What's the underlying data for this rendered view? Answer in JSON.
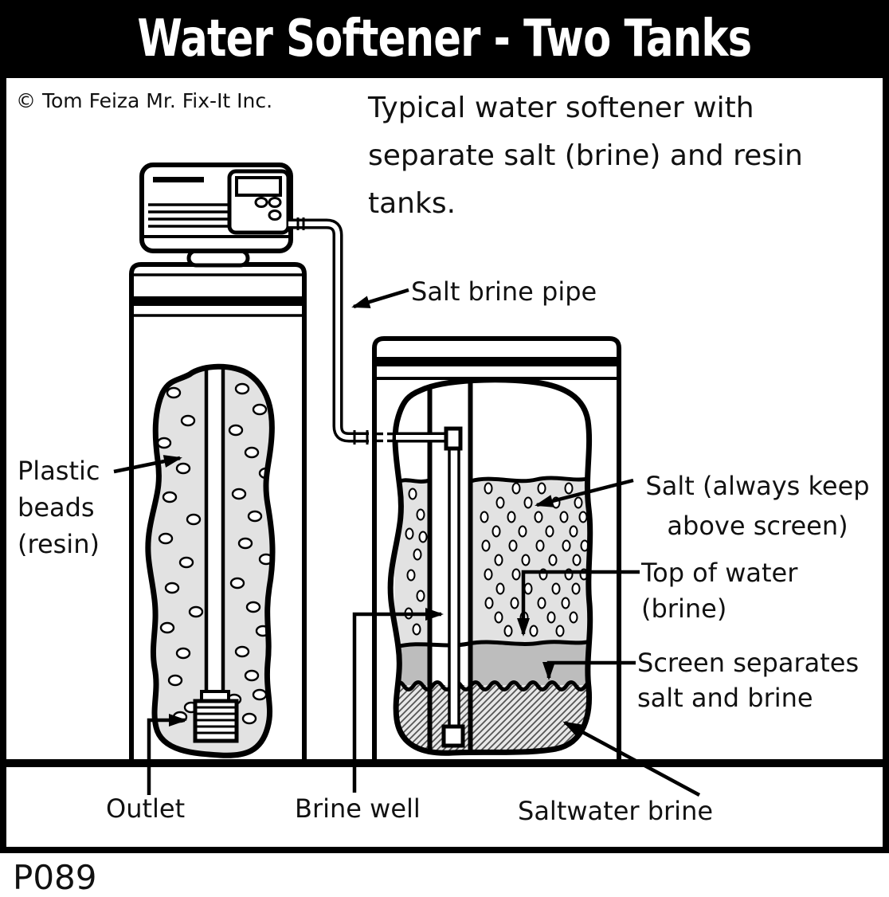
{
  "header": {
    "title": "Water Softener - Two Tanks"
  },
  "copyright": "© Tom Feiza Mr. Fix-It Inc.",
  "intro": {
    "line1": "Typical water softener with",
    "line2": "separate salt (brine) and resin",
    "line3": "tanks."
  },
  "labels": {
    "salt_brine_pipe": "Salt brine pipe",
    "plastic_beads_line1": "Plastic",
    "plastic_beads_line2": "beads",
    "plastic_beads_line3": "(resin)",
    "salt_line1": "Salt (always keep",
    "salt_line2": "above screen)",
    "top_of_water_line1": "Top of water",
    "top_of_water_line2": "(brine)",
    "screen_line1": "Screen separates",
    "screen_line2": "salt and brine",
    "outlet": "Outlet",
    "brine_well": "Brine well",
    "saltwater_brine": "Saltwater brine"
  },
  "footer": {
    "code": "P089"
  },
  "colors": {
    "ink": "#000000",
    "paper": "#ffffff",
    "salt_fill": "#e2e2e2",
    "brine_fill": "#bdbdbd"
  }
}
